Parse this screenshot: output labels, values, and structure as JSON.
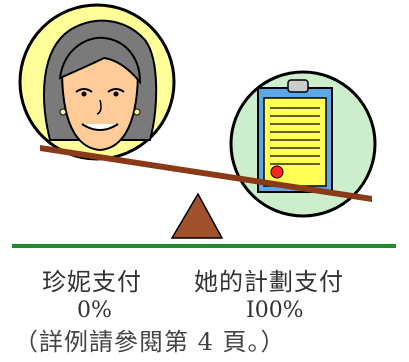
{
  "left_party": {
    "label": "珍妮支付",
    "share": "0%"
  },
  "right_party": {
    "label": "她的計劃支付",
    "share": "I00%"
  },
  "footnote": "（詳例請參閱第 4 頁。）",
  "colors": {
    "circle_fill": "#ffff99",
    "circle_fill_right": "#cceecc",
    "beam": "#8b3a17",
    "fulcrum": "#a0522d",
    "ground": "#1e8a2e",
    "text": "#333333"
  },
  "icons": {
    "left": "woman-face-icon",
    "right": "clipboard-document-icon"
  }
}
